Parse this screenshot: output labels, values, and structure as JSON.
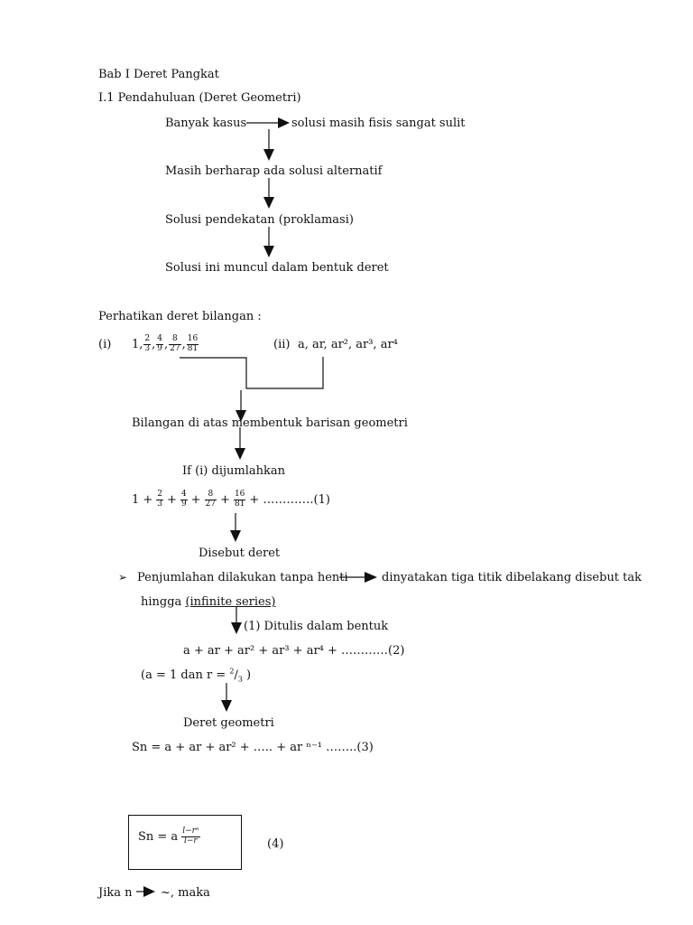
{
  "header": {
    "chapter": "Bab I Deret Pangkat",
    "section": "I.1 Pendahuluan (Deret Geometri)"
  },
  "flow1": {
    "step1_left": "Banyak kasus",
    "step1_right": "solusi masih fisis sangat sulit",
    "step2": "Masih berharap ada solusi alternatif",
    "step3": "Solusi pendekatan (proklamasi)",
    "step4": "Solusi ini muncul dalam bentuk deret"
  },
  "sequences": {
    "intro": "Perhatikan deret bilangan :",
    "label_i": "(i)",
    "seq_i_first": "1,",
    "seq_i_fracs": [
      {
        "num": "2",
        "den": "3"
      },
      {
        "num": "4",
        "den": "9"
      },
      {
        "num": "8",
        "den": "27"
      },
      {
        "num": "16",
        "den": "81"
      }
    ],
    "label_ii": "(ii)",
    "seq_ii": "a, ar, ar², ar³, ar⁴"
  },
  "flow2": {
    "geometric_line": "Bilangan di atas membentuk barisan geometri",
    "if_sum": "If (i) dijumlahkan",
    "sum_first": "1 +",
    "sum_fracs": [
      {
        "num": "2",
        "den": "3"
      },
      {
        "num": "4",
        "den": "9"
      },
      {
        "num": "8",
        "den": "27"
      },
      {
        "num": "16",
        "den": "81"
      }
    ],
    "sum_tail": "+ ………….(1)",
    "called_series": "Disebut deret"
  },
  "bullet": {
    "marker": "➢",
    "text_left": "Penjumlahan dilakukan tanpa henti",
    "text_right": "dinyatakan tiga titik dibelakang disebut tak",
    "line2_prefix": "hingga",
    "line2_underlined": "(infinite series)"
  },
  "flow3": {
    "written_as": "(1)  Ditulis dalam bentuk",
    "series2": "a + ar + ar² + ar³ + ar⁴ + …………(2)",
    "params_prefix": "(a = 1 dan r = ",
    "params_frac_num": "2",
    "params_frac_den": "3",
    "params_suffix": " )",
    "geo_series": "Deret geometri",
    "sn_formula": "Sn = a + ar + ar² + ….. + ar ⁿ⁻¹ ……..(3)"
  },
  "boxed_formula": {
    "lhs": "Sn = a",
    "num": "l−rⁿ",
    "den": "l−r",
    "eq_label": "(4)"
  },
  "footer": {
    "jika_prefix": "Jika n",
    "jika_suffix": "~, maka"
  }
}
